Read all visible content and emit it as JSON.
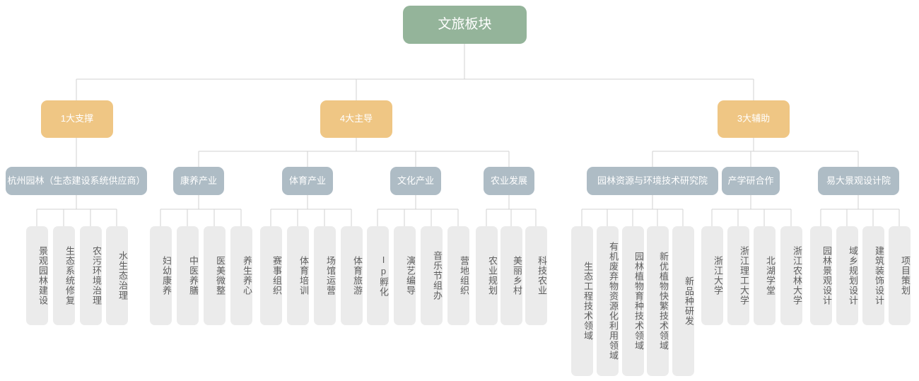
{
  "diagram": {
    "title": "文旅板块",
    "root": {
      "label": "文旅板块",
      "color": "#94b49a"
    },
    "level2": [
      {
        "label": "1大支撑",
        "color": "#efc684"
      },
      {
        "label": "4大主导",
        "color": "#efc684"
      },
      {
        "label": "3大辅助",
        "color": "#efc684"
      }
    ],
    "level3": [
      {
        "label": "杭州园林（生态建设系统供应商）",
        "color": "#aebcc5"
      },
      {
        "label": "康养产业",
        "color": "#aebcc5"
      },
      {
        "label": "体育产业",
        "color": "#aebcc5"
      },
      {
        "label": "文化产业",
        "color": "#aebcc5"
      },
      {
        "label": "农业发展",
        "color": "#aebcc5"
      },
      {
        "label": "园林资源与环境技术研究院",
        "color": "#aebcc5"
      },
      {
        "label": "产学研合作",
        "color": "#aebcc5"
      },
      {
        "label": "易大景观设计院",
        "color": "#aebcc5"
      }
    ],
    "leaves": [
      {
        "label": "景观园林建设"
      },
      {
        "label": "生态系统修复"
      },
      {
        "label": "农污环境治理"
      },
      {
        "label": "水生态治理"
      },
      {
        "label": "妇幼康养"
      },
      {
        "label": "中医养膳"
      },
      {
        "label": "医美微整"
      },
      {
        "label": "养生养心"
      },
      {
        "label": "赛事组织"
      },
      {
        "label": "体育培训"
      },
      {
        "label": "场馆运营"
      },
      {
        "label": "体育旅游"
      },
      {
        "label": "Ip孵化"
      },
      {
        "label": "演艺编导"
      },
      {
        "label": "音乐节组办"
      },
      {
        "label": "营地组织"
      },
      {
        "label": "农业规划"
      },
      {
        "label": "美丽乡村"
      },
      {
        "label": "科技农业"
      },
      {
        "label": "生态工程技术领域"
      },
      {
        "label": "有机废弃物资源化利用领域"
      },
      {
        "label": "园林植物育种技术领域"
      },
      {
        "label": "新优植物快繁技术领域"
      },
      {
        "label": "新品种研发"
      },
      {
        "label": "浙江大学"
      },
      {
        "label": "浙江理工大学"
      },
      {
        "label": "北湖学堂"
      },
      {
        "label": "浙江农林大学"
      },
      {
        "label": "园林景观设计"
      },
      {
        "label": "域乡规划设计"
      },
      {
        "label": "建筑装饰设计"
      },
      {
        "label": "项目策划"
      }
    ],
    "colors": {
      "root_fill": "#94b49a",
      "level2_fill": "#efc684",
      "level3_fill": "#aebcc5",
      "leaf_fill": "#ebebeb",
      "leaf_text": "#5e5e5e",
      "connector": "#d2d2d2",
      "background": "#ffffff"
    }
  }
}
